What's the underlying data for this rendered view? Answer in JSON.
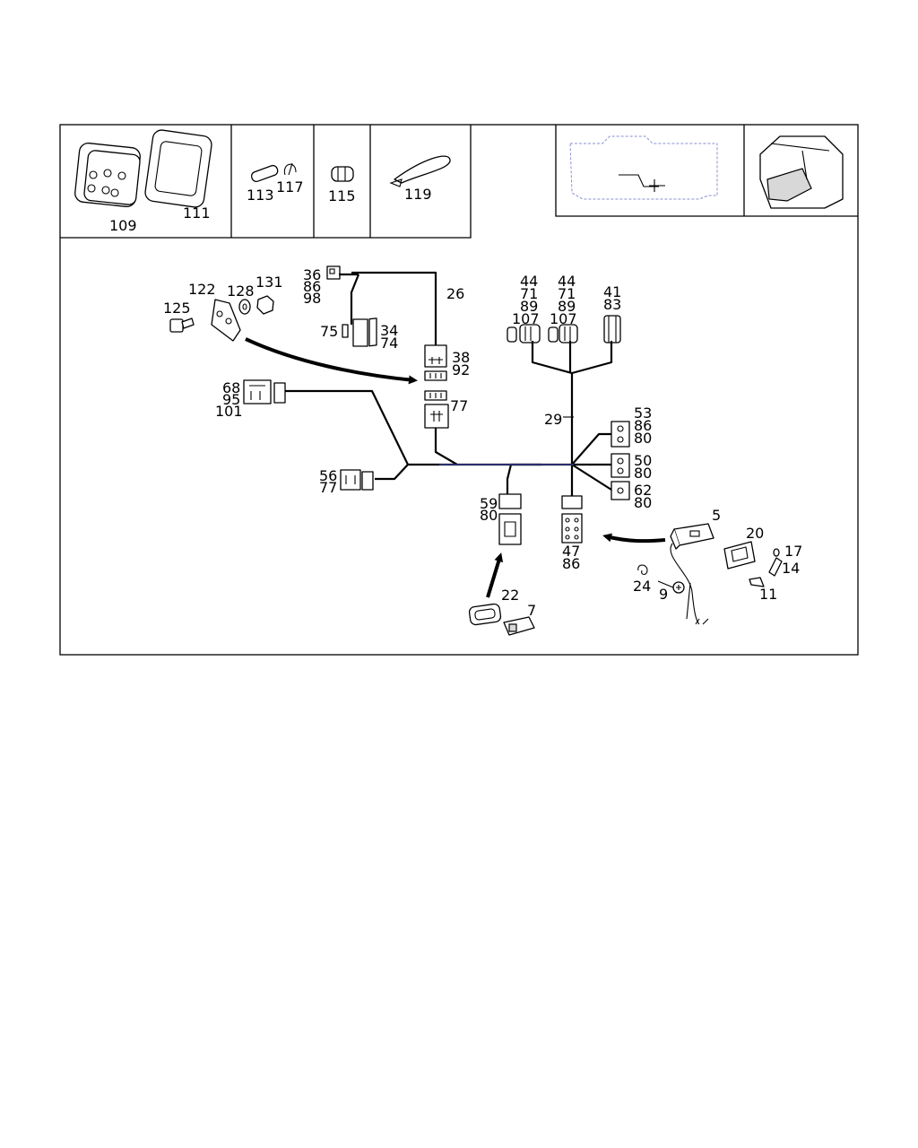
{
  "labels": {
    "p109": "109",
    "p111": "111",
    "p113": "113",
    "p117": "117",
    "p115": "115",
    "p119": "119",
    "p26": "26",
    "p36": "36",
    "p86a": "86",
    "p98": "98",
    "p75": "75",
    "p34": "34",
    "p74": "74",
    "p38": "38",
    "p92": "92",
    "p77a": "77",
    "p122": "122",
    "p128": "128",
    "p131": "131",
    "p125": "125",
    "p68": "68",
    "p95": "95",
    "p101": "101",
    "p56": "56",
    "p77b": "77",
    "p44a": "44",
    "p71a": "71",
    "p89a": "89",
    "p107a": "107",
    "p44b": "44",
    "p71b": "71",
    "p89b": "89",
    "p107b": "107",
    "p41": "41",
    "p83": "83",
    "p29": "29",
    "p53": "53",
    "p86b": "86",
    "p80a": "80",
    "p50": "50",
    "p80b": "80",
    "p62": "62",
    "p80c": "80",
    "p59": "59",
    "p80d": "80",
    "p47": "47",
    "p86c": "86",
    "p5": "5",
    "p20": "20",
    "p17": "17",
    "p14": "14",
    "p24": "24",
    "p9": "9",
    "p11": "11",
    "p22": "22",
    "p7": "7"
  },
  "icons": [
    "connector-plug-icon",
    "cable-tie-icon",
    "wiring-harness-icon",
    "seat-icon",
    "vehicle-outline-icon",
    "control-unit-icon"
  ]
}
